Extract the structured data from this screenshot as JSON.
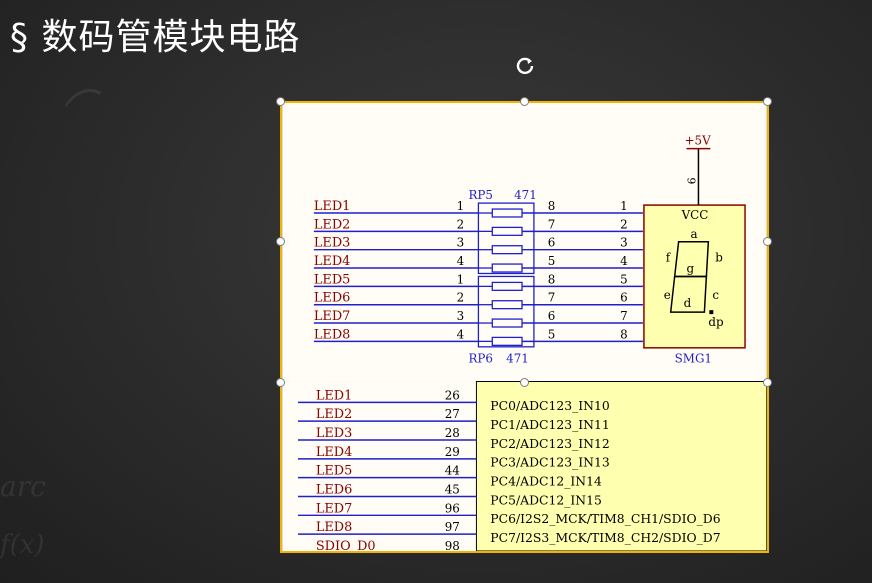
{
  "slide": {
    "title": "§ 数码管模块电路"
  },
  "schematic": {
    "rp5": {
      "name": "RP5",
      "value": "471"
    },
    "rp6": {
      "name": "RP6",
      "value": "471"
    },
    "top_rows": [
      {
        "net": "LED1",
        "left_pin": "1",
        "right_pin": "8",
        "seg_pin": "1",
        "seg": "a"
      },
      {
        "net": "LED2",
        "left_pin": "2",
        "right_pin": "7",
        "seg_pin": "2",
        "seg": "b"
      },
      {
        "net": "LED3",
        "left_pin": "3",
        "right_pin": "6",
        "seg_pin": "3",
        "seg": "c"
      },
      {
        "net": "LED4",
        "left_pin": "4",
        "right_pin": "5",
        "seg_pin": "4",
        "seg": "d"
      },
      {
        "net": "LED5",
        "left_pin": "1",
        "right_pin": "8",
        "seg_pin": "5",
        "seg": "e"
      },
      {
        "net": "LED6",
        "left_pin": "2",
        "right_pin": "7",
        "seg_pin": "6",
        "seg": "f"
      },
      {
        "net": "LED7",
        "left_pin": "3",
        "right_pin": "6",
        "seg_pin": "7",
        "seg": "g"
      },
      {
        "net": "LED8",
        "left_pin": "4",
        "right_pin": "5",
        "seg_pin": "8",
        "seg": "dp"
      }
    ],
    "smg": {
      "name": "SMG1",
      "vcc_label": "VCC",
      "power": "+5V",
      "vcc_pin": "9",
      "digit_segments": {
        "a": "a",
        "b": "b",
        "c": "c",
        "d": "d",
        "e": "e",
        "f": "f",
        "g": "g",
        "dp": "dp"
      }
    },
    "mcu_rows": [
      {
        "net": "LED1",
        "pin": "26",
        "func": "PC0/ADC123_IN10"
      },
      {
        "net": "LED2",
        "pin": "27",
        "func": "PC1/ADC123_IN11"
      },
      {
        "net": "LED3",
        "pin": "28",
        "func": "PC2/ADC123_IN12"
      },
      {
        "net": "LED4",
        "pin": "29",
        "func": "PC3/ADC123_IN13"
      },
      {
        "net": "LED5",
        "pin": "44",
        "func": "PC4/ADC12_IN14"
      },
      {
        "net": "LED6",
        "pin": "45",
        "func": "PC5/ADC12_IN15"
      },
      {
        "net": "LED7",
        "pin": "96",
        "func": "PC6/I2S2_MCK/TIM8_CH1/SDIO_D6"
      },
      {
        "net": "LED8",
        "pin": "97",
        "func": "PC7/I2S3_MCK/TIM8_CH2/SDIO_D7"
      },
      {
        "net": "SDIO_D0",
        "pin": "98",
        "func": ""
      }
    ]
  },
  "colors": {
    "net_label": "#8b0000",
    "wire": "#1f1fcc",
    "text": "#000000",
    "sheet_bg": "#fffdf5",
    "mcu_bg": "#ffffb0",
    "smg_bg": "#ffffb0",
    "smg_border": "#8b0000",
    "selection_border": "#f2b400"
  }
}
